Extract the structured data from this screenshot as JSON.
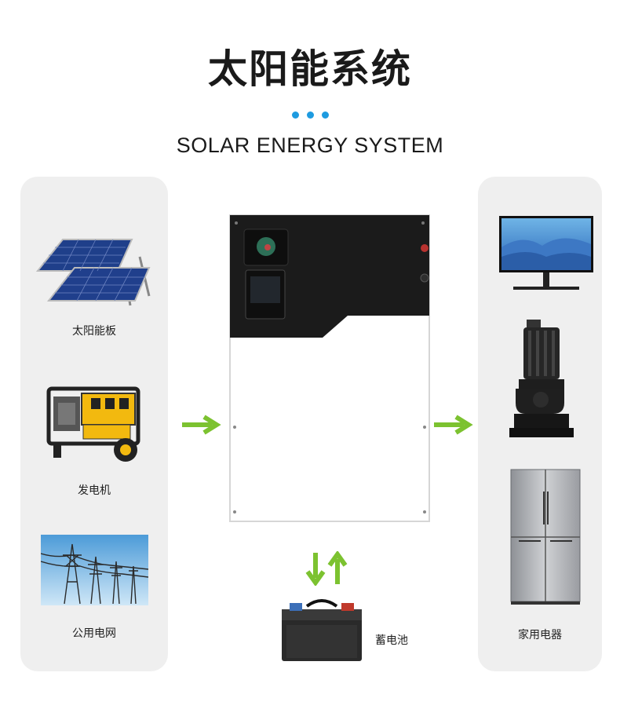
{
  "header": {
    "title": "太阳能系统",
    "subtitle": "SOLAR ENERGY SYSTEM",
    "dot_color": "#1e9be0"
  },
  "sources": [
    {
      "label": "太阳能板",
      "icon": "solar-panel-icon"
    },
    {
      "label": "发电机",
      "icon": "generator-icon"
    },
    {
      "label": "公用电网",
      "icon": "power-grid-icon"
    }
  ],
  "loads": [
    {
      "label": "",
      "icon": "monitor-icon"
    },
    {
      "label": "",
      "icon": "water-pump-icon"
    },
    {
      "label": "家用电器",
      "icon": "refrigerator-icon"
    }
  ],
  "battery": {
    "label": "蓄电池",
    "icon": "battery-icon"
  },
  "colors": {
    "arrow": "#7cc230",
    "panel_bg": "#efefef",
    "inverter_dark": "#1b1b1b"
  }
}
